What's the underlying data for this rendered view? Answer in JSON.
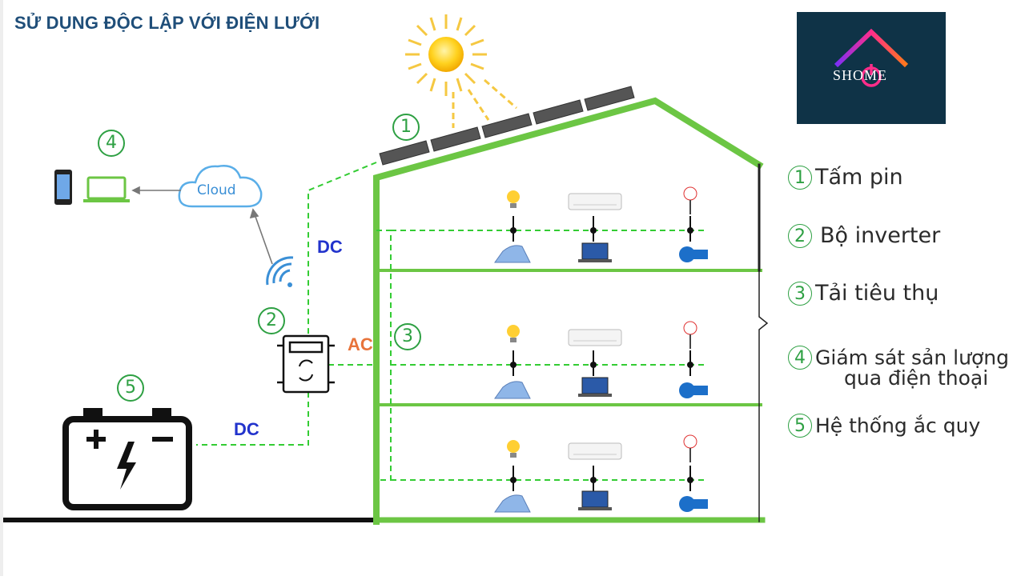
{
  "title": "SỬ DỤNG ĐỘC LẬP VỚI ĐIỆN LƯỚI",
  "logo": {
    "text": "SHOME"
  },
  "labels": {
    "dc_top": "DC",
    "ac": "AC",
    "dc_bottom": "DC",
    "cloud": "Cloud"
  },
  "markers": {
    "n1": "1",
    "n2": "2",
    "n3": "3",
    "n4": "4",
    "n5": "5"
  },
  "legend": [
    {
      "num": "1",
      "text": "Tấm pin"
    },
    {
      "num": "2",
      "text": "Bộ inverter"
    },
    {
      "num": "3",
      "text": "Tải tiêu thụ"
    },
    {
      "num": "4",
      "text": "Giám sát sản lượng",
      "sub": "qua điện thoại"
    },
    {
      "num": "5",
      "text": "Hệ thống ắc quy"
    }
  ],
  "colors": {
    "house_green": "#6cc644",
    "dash_green": "#33cc33",
    "title_blue": "#1f4e79",
    "dc_blue": "#2233cc",
    "ac_orange": "#e8743b",
    "marker_green": "#2ea043",
    "logo_bg": "#0f3347"
  },
  "icons": [
    "sun-icon",
    "solar-panel-icon",
    "phone-icon",
    "laptop-icon",
    "cloud-icon",
    "wifi-icon",
    "inverter-icon",
    "battery-icon",
    "bulb-icon",
    "air-conditioner-icon",
    "fan-icon",
    "iron-icon",
    "water-pump-icon"
  ]
}
